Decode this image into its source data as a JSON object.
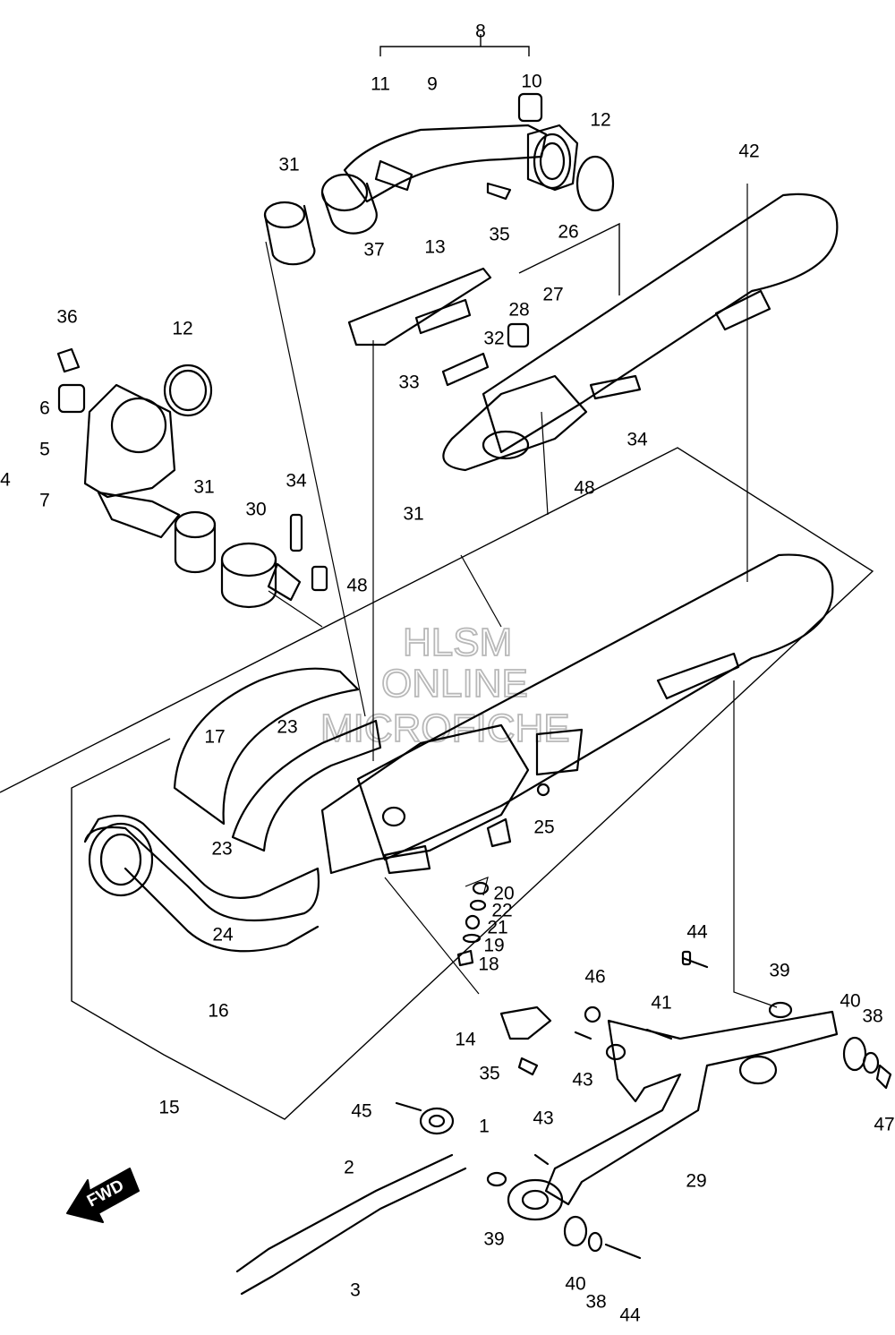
{
  "callouts": [
    {
      "id": "p8",
      "label": "8"
    },
    {
      "id": "p11",
      "label": "11"
    },
    {
      "id": "p9",
      "label": "9"
    },
    {
      "id": "p10",
      "label": "10"
    },
    {
      "id": "p12a",
      "label": "12"
    },
    {
      "id": "p42",
      "label": "42"
    },
    {
      "id": "p31a",
      "label": "31"
    },
    {
      "id": "p35a",
      "label": "35"
    },
    {
      "id": "p26",
      "label": "26"
    },
    {
      "id": "p37",
      "label": "37"
    },
    {
      "id": "p13",
      "label": "13"
    },
    {
      "id": "p27",
      "label": "27"
    },
    {
      "id": "p28",
      "label": "28"
    },
    {
      "id": "p36",
      "label": "36"
    },
    {
      "id": "p12b",
      "label": "12"
    },
    {
      "id": "p32",
      "label": "32"
    },
    {
      "id": "p33",
      "label": "33"
    },
    {
      "id": "p6",
      "label": "6"
    },
    {
      "id": "p5",
      "label": "5"
    },
    {
      "id": "p4",
      "label": "4"
    },
    {
      "id": "p7",
      "label": "7"
    },
    {
      "id": "p34a",
      "label": "34"
    },
    {
      "id": "p48a",
      "label": "48"
    },
    {
      "id": "p31b",
      "label": "31"
    },
    {
      "id": "p30",
      "label": "30"
    },
    {
      "id": "p34b",
      "label": "34"
    },
    {
      "id": "p31c",
      "label": "31"
    },
    {
      "id": "p48b",
      "label": "48"
    },
    {
      "id": "p23a",
      "label": "23"
    },
    {
      "id": "p17",
      "label": "17"
    },
    {
      "id": "p25",
      "label": "25"
    },
    {
      "id": "p23b",
      "label": "23"
    },
    {
      "id": "p20",
      "label": "20"
    },
    {
      "id": "p22",
      "label": "22"
    },
    {
      "id": "p21",
      "label": "21"
    },
    {
      "id": "p24",
      "label": "24"
    },
    {
      "id": "p19",
      "label": "19"
    },
    {
      "id": "p18",
      "label": "18"
    },
    {
      "id": "p44a",
      "label": "44"
    },
    {
      "id": "p39a",
      "label": "39"
    },
    {
      "id": "p16",
      "label": "16"
    },
    {
      "id": "p46",
      "label": "46"
    },
    {
      "id": "p41",
      "label": "41"
    },
    {
      "id": "p40a",
      "label": "40"
    },
    {
      "id": "p38a",
      "label": "38"
    },
    {
      "id": "p14",
      "label": "14"
    },
    {
      "id": "p43a",
      "label": "43"
    },
    {
      "id": "p35b",
      "label": "35"
    },
    {
      "id": "p47",
      "label": "47"
    },
    {
      "id": "p15",
      "label": "15"
    },
    {
      "id": "p45",
      "label": "45"
    },
    {
      "id": "p1",
      "label": "1"
    },
    {
      "id": "p43b",
      "label": "43"
    },
    {
      "id": "p29",
      "label": "29"
    },
    {
      "id": "p2",
      "label": "2"
    },
    {
      "id": "p39b",
      "label": "39"
    },
    {
      "id": "p3",
      "label": "3"
    },
    {
      "id": "p40b",
      "label": "40"
    },
    {
      "id": "p38b",
      "label": "38"
    },
    {
      "id": "p44b",
      "label": "44"
    }
  ],
  "watermark": {
    "line1": "HLSM",
    "line2": "ONLINE",
    "line3": "MICROFICHE"
  },
  "direction_arrow": {
    "label": "FWD",
    "icon": "fwd-arrow-icon"
  }
}
